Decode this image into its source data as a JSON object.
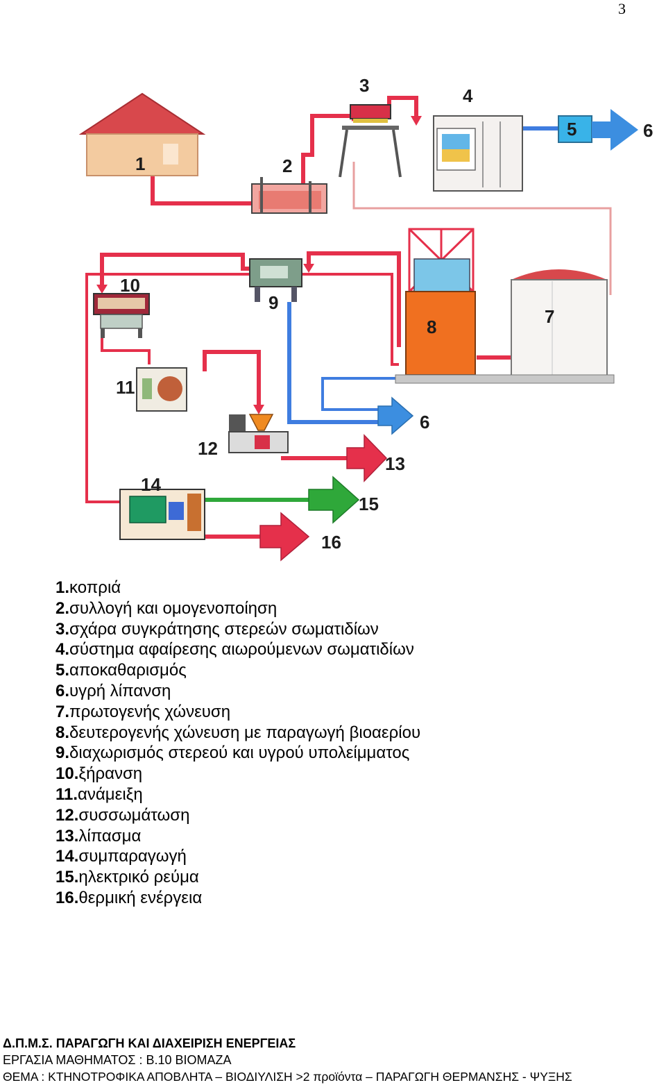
{
  "page_number": "3",
  "diagram": {
    "labels": [
      "1",
      "2",
      "3",
      "4",
      "5",
      "6",
      "6",
      "7",
      "8",
      "9",
      "10",
      "11",
      "12",
      "13",
      "14",
      "15",
      "16"
    ],
    "colors": {
      "waste_flow": "#e5304b",
      "liquid_flow": "#3f7de0",
      "biogas_flow": "#9aa0aa",
      "electric_flow": "#2fa83a",
      "roof": "#d8484c",
      "building": "#f3cba0",
      "digester": "#f07020",
      "tank": "#f6f4f2"
    }
  },
  "legend": [
    {
      "num": "1.",
      "text": "κοπριά"
    },
    {
      "num": "2.",
      "text": "συλλογή και ομογενοποίηση"
    },
    {
      "num": "3.",
      "text": "σχάρα συγκράτησης στερεών σωματιδίων"
    },
    {
      "num": "4.",
      "text": "σύστημα αφαίρεσης αιωρούμενων σωματιδίων"
    },
    {
      "num": "5.",
      "text": "αποκαθαρισμός"
    },
    {
      "num": "6.",
      "text": "υγρή λίπανση"
    },
    {
      "num": "7.",
      "text": "πρωτογενής χώνευση"
    },
    {
      "num": "8.",
      "text": "δευτερογενής χώνευση με παραγωγή βιοαερίου"
    },
    {
      "num": "9.",
      "text": "διαχωρισμός στερεού και υγρού υπολείμματος"
    },
    {
      "num": "10.",
      "text": "ξήρανση"
    },
    {
      "num": "11.",
      "text": "ανάμειξη"
    },
    {
      "num": "12.",
      "text": "συσσωμάτωση"
    },
    {
      "num": "13.",
      "text": "λίπασμα"
    },
    {
      "num": "14.",
      "text": "συμπαραγωγή"
    },
    {
      "num": "15.",
      "text": "ηλεκτρικό ρεύμα"
    },
    {
      "num": "16.",
      "text": "θερμική ενέργεια"
    }
  ],
  "footer": {
    "line1": "Δ.Π.Μ.Σ. ΠΑΡΑΓΩΓΗ ΚΑΙ ΔΙΑΧΕΙΡΙΣΗ ΕΝΕΡΓΕΙΑΣ",
    "line2": "ΕΡΓΑΣΙΑ ΜΑΘΗΜΑΤΟΣ : Β.10 ΒΙΟΜΑΖΑ",
    "line3": "ΘΕΜΑ : ΚΤΗΝΟΤΡΟΦΙΚΑ ΑΠΟΒΛΗΤΑ – ΒΙΟΔΙΥΛΙΣΗ >2 προϊόντα – ΠΑΡΑΓΩΓΗ ΘΕΡΜΑΝΣΗΣ - ΨΥΞΗΣ"
  }
}
